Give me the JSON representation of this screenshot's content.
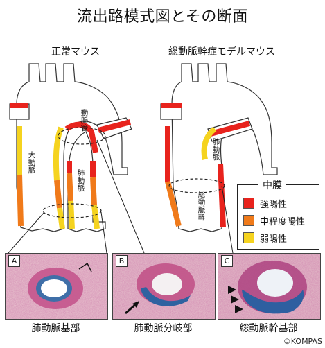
{
  "title": "流出路模式図とその断面",
  "subtitles": {
    "normal": "正常マウス",
    "pta": "総動脈幹症モデルマウス"
  },
  "labels": {
    "aorta": "大動脈",
    "ductus": "動脈管",
    "pulmonary": "肺動脈",
    "pulmonary_right": "肺動脈",
    "common_trunk": "総動脈幹"
  },
  "legend": {
    "title": "中膜",
    "items": [
      {
        "label": "強陽性",
        "color": "#e8231d"
      },
      {
        "label": "中程度陽性",
        "color": "#f07a1a"
      },
      {
        "label": "弱陽性",
        "color": "#f5d31f"
      }
    ]
  },
  "panels": [
    {
      "letter": "A",
      "caption": "肺動脈基部"
    },
    {
      "letter": "B",
      "caption": "肺動脈分岐部"
    },
    {
      "letter": "C",
      "caption": "総動脈幹基部"
    }
  ],
  "copyright": "©KOMPAS"
}
